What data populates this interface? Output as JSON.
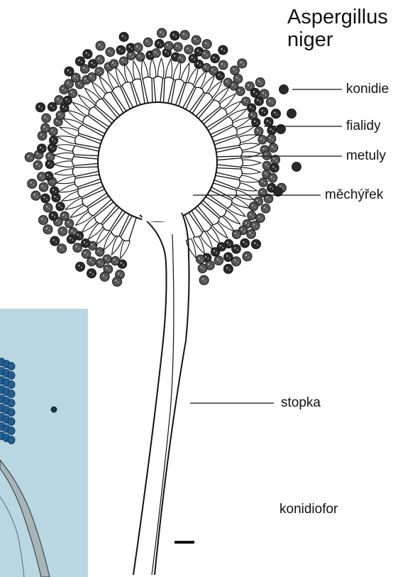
{
  "title": {
    "line1": "Aspergillus",
    "line2": "niger"
  },
  "labels": {
    "conidia": "konidie",
    "phialides": "fialidy",
    "metulae": "metuly",
    "vesicle": "měchýřek",
    "stipe": "stopka",
    "conidiophore": "konidiofor"
  },
  "colors": {
    "ink": "#111111",
    "spore": "#555555",
    "photo_bg": "#b9d6e3",
    "photo_spore": "#1f5f96"
  }
}
